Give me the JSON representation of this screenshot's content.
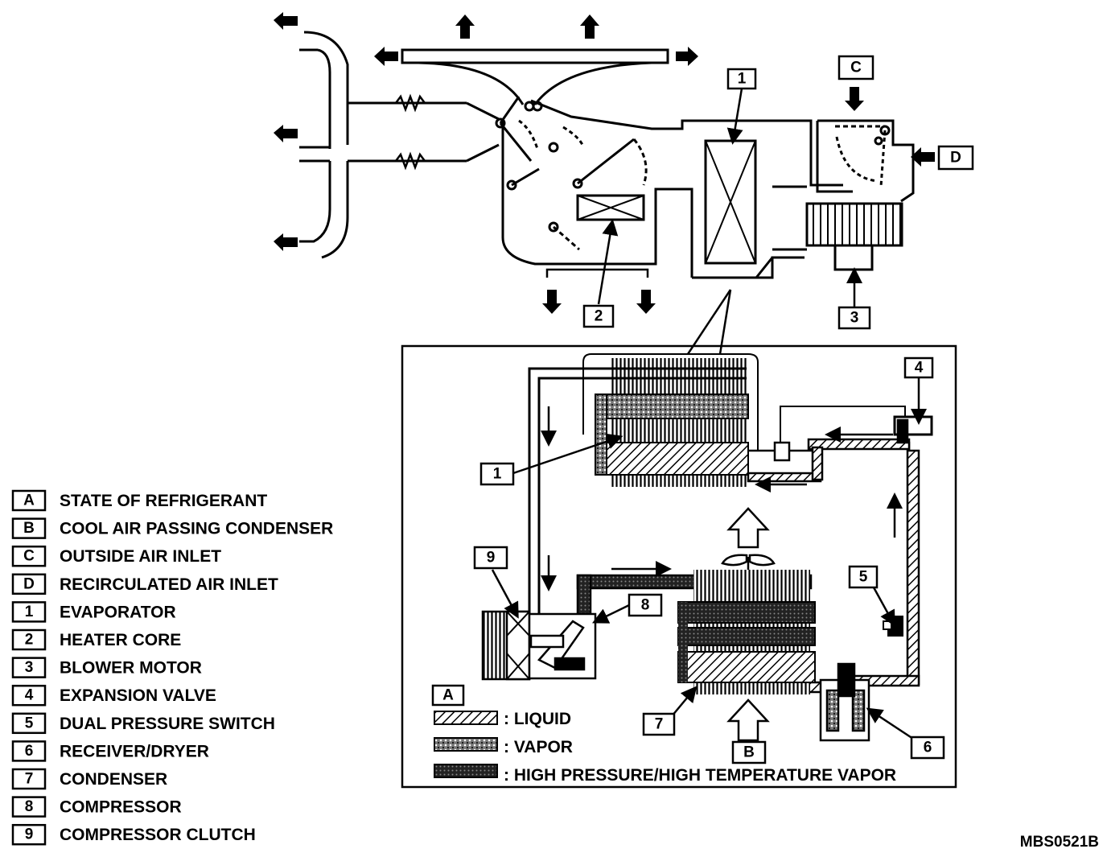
{
  "callouts": {
    "top_1": "1",
    "top_2": "2",
    "top_3": "3",
    "top_C": "C",
    "top_D": "D",
    "sys_1": "1",
    "sys_4": "4",
    "sys_5": "5",
    "sys_6": "6",
    "sys_7": "7",
    "sys_8": "8",
    "sys_9": "9",
    "sys_A": "A",
    "sys_B": "B"
  },
  "state_legend": {
    "liquid": ":  LIQUID",
    "vapor": ":  VAPOR",
    "hp_vapor": ":  HIGH PRESSURE/HIGH TEMPERATURE VAPOR"
  },
  "key": [
    {
      "code": "A",
      "label": "STATE OF REFRIGERANT"
    },
    {
      "code": "B",
      "label": "COOL AIR PASSING CONDENSER"
    },
    {
      "code": "C",
      "label": "OUTSIDE AIR INLET"
    },
    {
      "code": "D",
      "label": "RECIRCULATED AIR INLET"
    },
    {
      "code": "1",
      "label": "EVAPORATOR"
    },
    {
      "code": "2",
      "label": "HEATER CORE"
    },
    {
      "code": "3",
      "label": "BLOWER MOTOR"
    },
    {
      "code": "4",
      "label": "EXPANSION VALVE"
    },
    {
      "code": "5",
      "label": "DUAL PRESSURE SWITCH"
    },
    {
      "code": "6",
      "label": "RECEIVER/DRYER"
    },
    {
      "code": "7",
      "label": "CONDENSER"
    },
    {
      "code": "8",
      "label": "COMPRESSOR"
    },
    {
      "code": "9",
      "label": "COMPRESSOR CLUTCH"
    }
  ],
  "figure_code": "MBS0521B"
}
